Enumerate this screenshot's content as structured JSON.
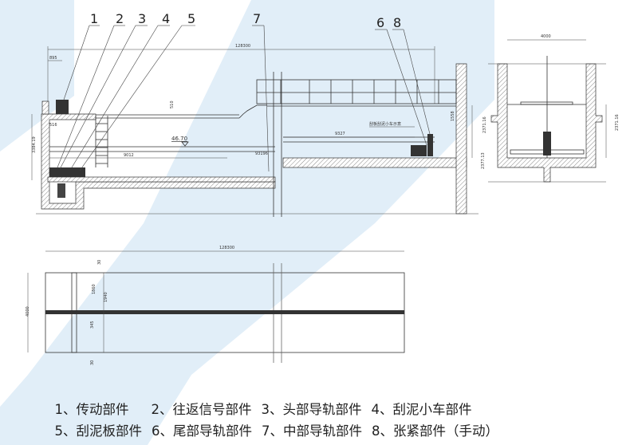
{
  "callouts": [
    "1",
    "2",
    "3",
    "4",
    "5",
    "7",
    "6",
    "8"
  ],
  "dimensions": {
    "total_length": "128300",
    "d895": "895",
    "d516": "516",
    "d510": "510",
    "d3384": "3384.19",
    "d9012": "9012",
    "d9327": "9327",
    "d1558": "1558",
    "d2371": "2371.16",
    "d2377": "2377.13",
    "water_level": "46.70",
    "d93196": "93196",
    "section_width": "4000",
    "plan_width": "4000",
    "plan_1860": "1860",
    "plan_1940": "1940",
    "plan_345": "345",
    "plan_30a": "30",
    "plan_30b": "30"
  },
  "annotation": "刮板刮泥小车示意",
  "legend": {
    "row1": [
      "1、传动部件",
      "2、往返信号部件",
      "3、头部导轨部件",
      "4、刮泥小车部件"
    ],
    "row2": [
      "5、刮泥板部件",
      "6、尾部导轨部件",
      "7、中部导轨部件",
      "8、张紧部件（手动）"
    ]
  },
  "colors": {
    "background_band": "#e1eef8",
    "line": "#333333"
  }
}
